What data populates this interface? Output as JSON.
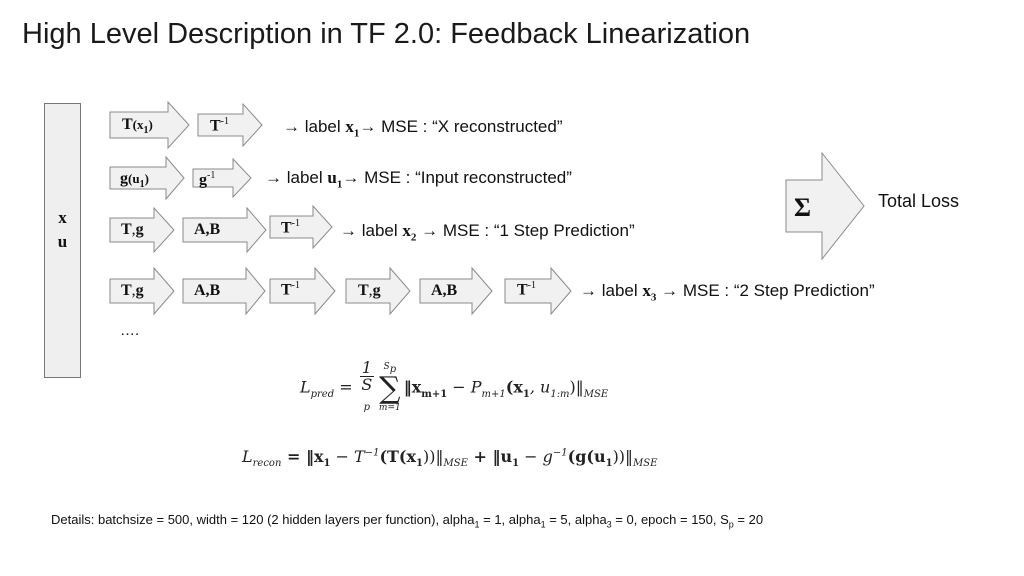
{
  "title": "High Level Description in TF 2.0: Feedback Linearization",
  "input_box": {
    "line1": "x",
    "line2": "u"
  },
  "rows": [
    {
      "arrows": [
        {
          "main": "T",
          "paren": "(x",
          "sub": "1",
          "close": ")"
        },
        {
          "main": "T",
          "sup": "-1"
        }
      ],
      "text": {
        "prefix": "→ label ",
        "var": "x",
        "sub": "1",
        "suffix": "→ MSE : “X reconstructed”"
      }
    },
    {
      "arrows": [
        {
          "main": "g",
          "paren": "(u",
          "sub": "1",
          "close": ")"
        },
        {
          "main": "g",
          "sup": "-1"
        }
      ],
      "text": {
        "prefix": "→ label ",
        "var": "u",
        "sub": "1",
        "suffix": "→ MSE : “Input reconstructed”"
      }
    },
    {
      "arrows": [
        {
          "main": "T",
          "sep": ",",
          "main2": "g"
        },
        {
          "main": "A,B"
        },
        {
          "main": "T",
          "sup": "-1"
        }
      ],
      "text": {
        "prefix": "→ label ",
        "var": "x",
        "sub": "2",
        "suffix": " → MSE : “1 Step Prediction”"
      }
    },
    {
      "arrows": [
        {
          "main": "T",
          "sep": ",",
          "main2": "g"
        },
        {
          "main": "A,B"
        },
        {
          "main": "T",
          "sup": "-1"
        },
        {
          "main": "T",
          "sep": ",",
          "main2": "g"
        },
        {
          "main": "A,B"
        },
        {
          "main": "T",
          "sup": "-1"
        }
      ],
      "text": {
        "prefix": "→ label ",
        "var": "x",
        "sub": "3",
        "suffix": " → MSE : “2 Step Prediction”"
      }
    }
  ],
  "ellipsis": "….",
  "sum": {
    "symbol": "Σ",
    "label": "Total Loss"
  },
  "equations": {
    "pred": {
      "lhs": "L",
      "lhs_sub": "pred",
      "eq": " = ",
      "frac_num": "1",
      "frac_den": "S",
      "frac_den_sub": "p",
      "sum_top": "S",
      "sum_top_sub": "p",
      "sum_bottom": "m=1",
      "body": "‖x",
      "body_sub": "m+1",
      "body2": " − P",
      "body2_sub": "m+1",
      "body3": "(x",
      "body3_sub": "1",
      "body4": ", u",
      "body4_sub": "1:m",
      "body5": ")‖",
      "body5_sub": "MSE"
    },
    "recon": {
      "lhs": "L",
      "lhs_sub": "recon",
      "part1": " = ‖x",
      "part1_sub": "1",
      "part2": " − T",
      "part2_sup": "−1",
      "part3": "(T(x",
      "part3_sub": "1",
      "part4": "))‖",
      "part4_sub": "MSE",
      "part5": " + ‖u",
      "part5_sub": "1",
      "part6": " − g",
      "part6_sup": "−1",
      "part7": "(g(u",
      "part7_sub": "1",
      "part8": "))‖",
      "part8_sub": "MSE"
    }
  },
  "details": {
    "t1": "Details: batchsize = 500, width = 120 (2 hidden layers per function), alpha",
    "s1": "1",
    "t2": " = 1, alpha",
    "s2": "1",
    "t3": " = 5, alpha",
    "s3": "3",
    "t4": " = 0, epoch = 150, S",
    "s4": "p",
    "t5": " = 20"
  },
  "colors": {
    "arrow_fill": "#f1f1f1",
    "arrow_stroke": "#8a8a8a",
    "input_fill": "#efefef"
  }
}
